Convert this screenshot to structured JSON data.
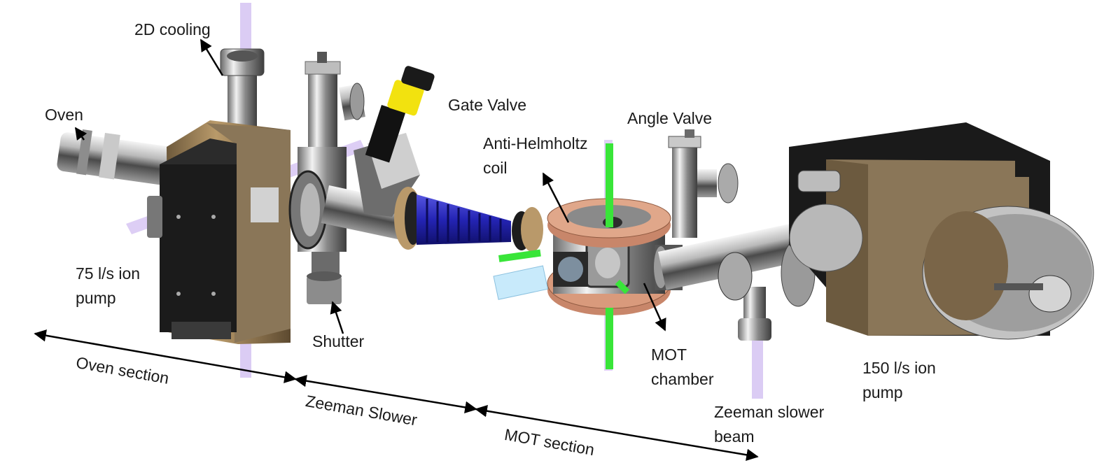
{
  "labels": {
    "two_d_cooling": "2D cooling",
    "oven": "Oven",
    "gate_valve": "Gate Valve",
    "angle_valve": "Angle Valve",
    "anti_helmholtz_line1": "Anti-Helmholtz",
    "anti_helmholtz_line2": "coil",
    "ion_pump_75_line1": "75 l/s ion",
    "ion_pump_75_line2": "pump",
    "shutter": "Shutter",
    "mot_chamber_line1": "MOT",
    "mot_chamber_line2": "chamber",
    "ion_pump_150_line1": "150 l/s ion",
    "ion_pump_150_line2": "pump",
    "zeeman_beam_line1": "Zeeman slower",
    "zeeman_beam_line2": "beam"
  },
  "sections": {
    "oven": "Oven section",
    "zeeman": "Zeeman Slower",
    "mot": "MOT section"
  },
  "colors": {
    "laser_beam": "#d7c6f3",
    "bellows": "#2a2ac0",
    "coil": "#c8866a",
    "pump_body": "#8a7658",
    "gate_valve_handle": "#f2e20f",
    "green_beam": "#39e539"
  }
}
